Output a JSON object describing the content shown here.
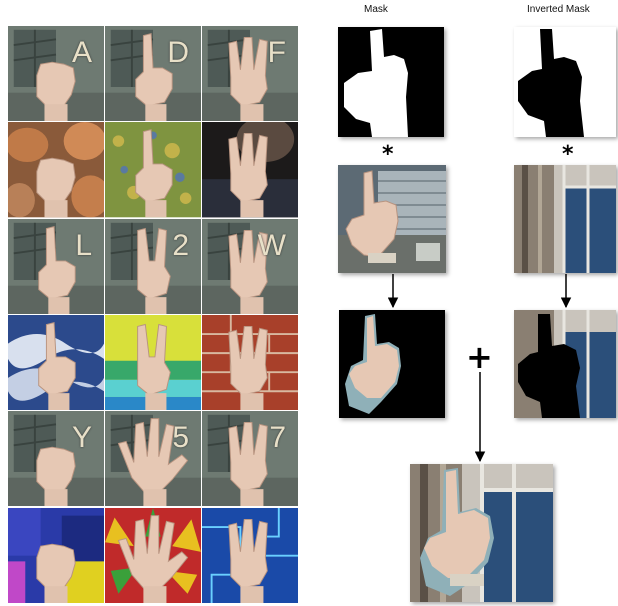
{
  "labels": {
    "mask_title": "Mask",
    "inverted_mask_title": "Inverted Mask",
    "multiply_left": "*",
    "multiply_right": "*",
    "plus": "+"
  },
  "grid": {
    "rows": [
      {
        "kind": "letters",
        "tiles": [
          {
            "letter": "A",
            "bg": "window",
            "sign": "fist"
          },
          {
            "letter": "D",
            "bg": "window",
            "sign": "point"
          },
          {
            "letter": "F",
            "bg": "window",
            "sign": "three"
          }
        ]
      },
      {
        "kind": "composites",
        "tiles": [
          {
            "letter": "",
            "bg": "eggs",
            "sign": "fist"
          },
          {
            "letter": "",
            "bg": "speckle",
            "sign": "point"
          },
          {
            "letter": "",
            "bg": "dark",
            "sign": "three"
          }
        ]
      },
      {
        "kind": "letters",
        "tiles": [
          {
            "letter": "L",
            "bg": "window",
            "sign": "point"
          },
          {
            "letter": "2",
            "bg": "window",
            "sign": "two"
          },
          {
            "letter": "W",
            "bg": "window",
            "sign": "three"
          }
        ]
      },
      {
        "kind": "composites",
        "tiles": [
          {
            "letter": "",
            "bg": "swirl",
            "sign": "point"
          },
          {
            "letter": "",
            "bg": "lime",
            "sign": "two"
          },
          {
            "letter": "",
            "bg": "brick",
            "sign": "three"
          }
        ]
      },
      {
        "kind": "letters",
        "tiles": [
          {
            "letter": "Y",
            "bg": "window",
            "sign": "fist"
          },
          {
            "letter": "5",
            "bg": "window",
            "sign": "five"
          },
          {
            "letter": "7",
            "bg": "window",
            "sign": "three"
          }
        ]
      },
      {
        "kind": "composites",
        "tiles": [
          {
            "letter": "",
            "bg": "mosaic",
            "sign": "fist"
          },
          {
            "letter": "",
            "bg": "burst",
            "sign": "five"
          },
          {
            "letter": "",
            "bg": "circuit",
            "sign": "three"
          }
        ]
      }
    ]
  },
  "colors": {
    "window_bg": "#6e7a72",
    "skin": "#e6c8b4",
    "mask_black": "#000000",
    "mask_white": "#ffffff",
    "sea": "#2b4f7a"
  }
}
